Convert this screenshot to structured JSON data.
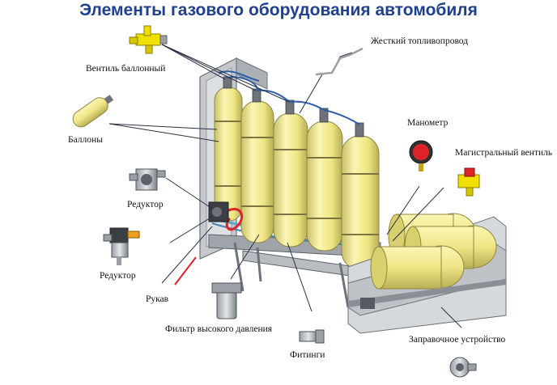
{
  "title": "Элементы газового оборудования автомобиля",
  "labels": {
    "ventil": "Вентиль баллонный",
    "ballony": "Баллоны",
    "reduktor1": "Редуктор",
    "reduktor2": "Редуктор",
    "rukav": "Рукав",
    "filtr": "Фильтр высокого давления",
    "fitingi": "Фитинги",
    "truboprovod": "Жесткий топливопровод",
    "manometr": "Манометр",
    "magistral": "Магистральный вентиль",
    "zapravochnoe": "Заправочное устройство"
  },
  "colors": {
    "title": "#1f3f8f",
    "cylinder": "#f2eb8a",
    "frame": "#8a8f96",
    "valve": "#f0e000",
    "red": "#e0232a"
  }
}
